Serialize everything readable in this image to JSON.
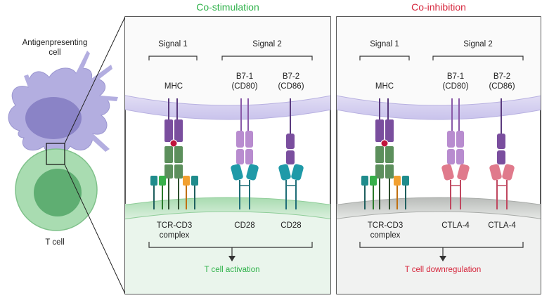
{
  "left": {
    "apc_label_line1": "Antigenpresenting",
    "apc_label_line2": "cell",
    "tcell_label": "T cell"
  },
  "panels": [
    {
      "title": "Co-stimulation",
      "title_color": "#2fb24a",
      "signal1": "Signal 1",
      "signal2": "Signal 2",
      "mhc": "MHC",
      "b71_line1": "B7-1",
      "b71_line2": "(CD80)",
      "b72_line1": "B7-2",
      "b72_line2": "(CD86)",
      "tcr_line1": "TCR-CD3",
      "tcr_line2": "complex",
      "receptor1": "CD28",
      "receptor2": "CD28",
      "outcome": "T cell activation",
      "outcome_color": "#2fb24a"
    },
    {
      "title": "Co-inhibition",
      "title_color": "#d6263c",
      "signal1": "Signal 1",
      "signal2": "Signal 2",
      "mhc": "MHC",
      "b71_line1": "B7-1",
      "b71_line2": "(CD80)",
      "b72_line1": "B7-2",
      "b72_line2": "(CD86)",
      "tcr_line1": "TCR-CD3",
      "tcr_line2": "complex",
      "receptor1": "CTLA-4",
      "receptor2": "CTLA-4",
      "outcome": "T cell downregulation",
      "outcome_color": "#d6263c"
    }
  ],
  "colors": {
    "apc": "#b9b5e3",
    "tcell": "#8fcf9b",
    "mhc": "#7a4e9e",
    "tcr": "#5c8f5c",
    "b7": "#b88ccf",
    "b72": "#7a4e9e",
    "cd28": "#1f9aa8",
    "ctla4": "#e07a8c"
  }
}
